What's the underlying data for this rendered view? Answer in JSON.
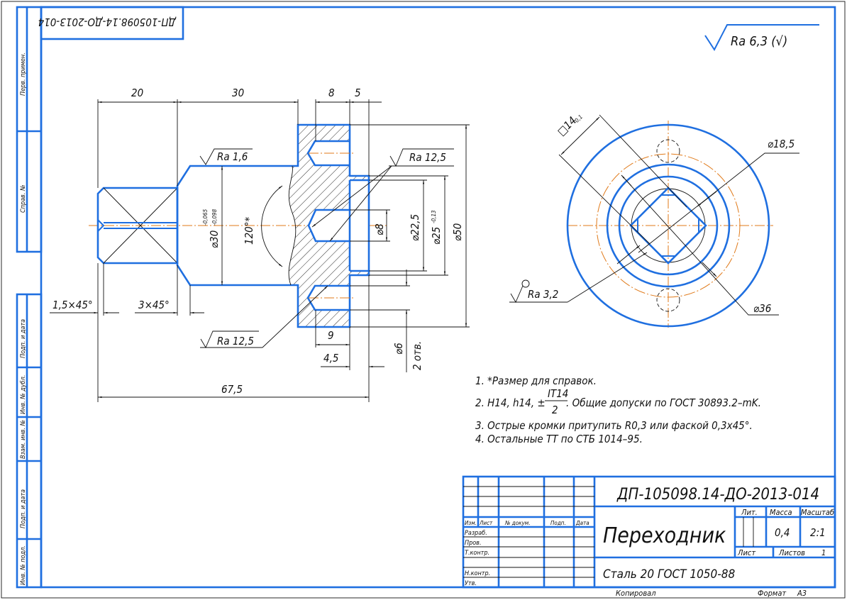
{
  "colors": {
    "outline": "#1f6fe0",
    "axis": "#e07a1a",
    "thin": "#111111"
  },
  "stamp_top": "ДП-105098.14-ДО-2013-014",
  "side_strip": [
    "Перв. примен.",
    "Справ. №",
    "Подп. и дата",
    "Инв. № дубл.",
    "Взам. инв. №",
    "Подп. и дата",
    "Инв. № подл."
  ],
  "general_roughness": "Ra 6,3 (√)",
  "dims": {
    "d20": "20",
    "d30": "30",
    "d8w": "8",
    "d5": "5",
    "d9": "9",
    "d45": "4,5",
    "d675": "67,5",
    "ch15": "1,5×45°",
    "ch3": "3×45°",
    "dia30": "⌀30",
    "dia30_up": "-0,065",
    "dia30_lo": "-0,098",
    "ang": "120°*",
    "dia8": "⌀8",
    "dia225": "⌀22,5",
    "dia25": "⌀25",
    "dia25_tol": "-0,13",
    "dia50": "⌀50",
    "dia6": "⌀6",
    "holes": "2 отв.",
    "dia185": "⌀18,5",
    "dia36": "⌀36",
    "sq14": "□14",
    "sq14_tol": "-0,1"
  },
  "roughness": {
    "r16": "Ra 1,6",
    "r125a": "Ra 12,5",
    "r125b": "Ra 12,5",
    "r32": "Ra 3,2"
  },
  "notes": {
    "n1": "1.  *Размер для справок.",
    "n2a": "2.  H14, h14, ±",
    "n2_num": "IT14",
    "n2_den": "2",
    "n2b": ". Общие допуски по ГОСТ 30893.2–mK.",
    "n3": "3.  Острые кромки притупить R0,3 или фаской 0,3х45°.",
    "n4": "4.  Остальные ТТ по СТБ 1014–95."
  },
  "title_block": {
    "doc_number": "ДП-105098.14-ДО-2013-014",
    "name": "Переходник",
    "material": "Сталь 20 ГОСТ 1050-88",
    "headers": {
      "izm": "Изм.",
      "list": "Лист",
      "doc": "№ докум.",
      "sign": "Подп.",
      "date": "Дата"
    },
    "roles": [
      "Разраб.",
      "Пров.",
      "Т.контр.",
      "Н.контр.",
      "Утв."
    ],
    "lit": "Лит.",
    "mass_label": "Масса",
    "scale_label": "Масштаб",
    "mass": "0,4",
    "scale": "2:1",
    "sheet_label": "Лист",
    "sheets_label": "Листов",
    "sheets": "1",
    "copied": "Копировал",
    "format_label": "Формат",
    "format": "А3"
  }
}
